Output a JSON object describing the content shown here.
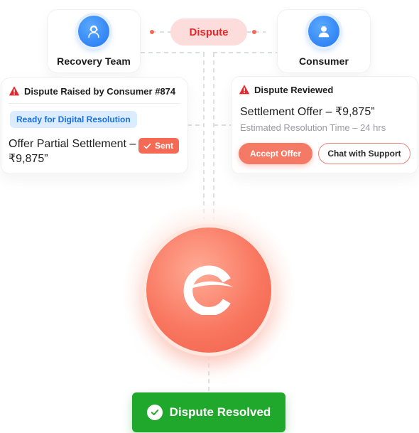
{
  "actors": {
    "recovery": {
      "label": "Recovery Team",
      "icon": "agent-icon"
    },
    "consumer": {
      "label": "Consumer",
      "icon": "user-icon"
    }
  },
  "dispute_pill": {
    "label": "Dispute"
  },
  "left_card": {
    "title": "Dispute Raised by Consumer #874",
    "status_tag": "Ready for Digital Resolution",
    "offer_text": "Offer Partial Settlement – ₹9,875”",
    "sent_label": "Sent"
  },
  "right_card": {
    "title": "Dispute Reviewed",
    "offer_title": "Settlement Offer – ₹9,875”",
    "offer_sub": "Estimated Resolution Time – 24 hrs",
    "accept_label": "Accept Offer",
    "chat_label": "Chat with Support"
  },
  "hub": {
    "icon": "brand-logo-icon"
  },
  "resolved": {
    "label": "Dispute Resolved"
  },
  "colors": {
    "accent": "#f97760",
    "dispute_red": "#e4282b",
    "dispute_bg": "#fddcdc",
    "info_blue": "#1a6fdf",
    "success_green": "#20a82c",
    "avatar_blue": "#2176f0"
  }
}
